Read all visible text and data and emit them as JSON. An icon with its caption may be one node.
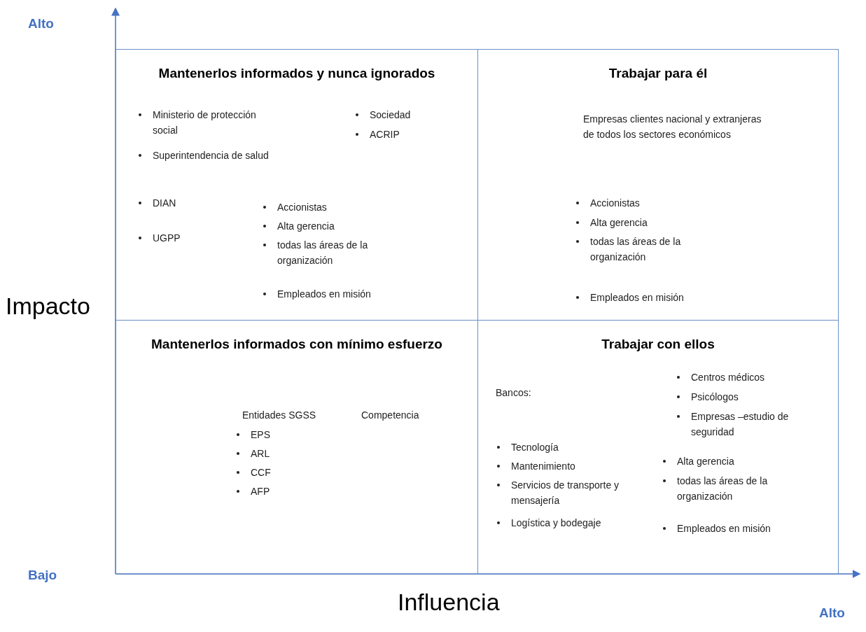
{
  "diagram": {
    "nodes": [
      {
        "text": [
          "Mantenerlos informados y nunca ignorados",
          "Ministerio de protección social",
          "Superintendencia de salud",
          "Sociedad",
          "ACRIP",
          "DIAN",
          "UGPP",
          "Accionistas",
          "Alta gerencia",
          "todas las áreas de la organización",
          "Empleados en misión"
        ]
      },
      {
        "text": [
          "Trabajar para él",
          "Empresas clientes nacional y extranjeras de todos los sectores económicos",
          "Accionistas",
          "Alta gerencia",
          "todas las áreas de la organización",
          "Empleados en misión"
        ]
      },
      {
        "text": [
          "Mantenerlos informados con mínimo esfuerzo",
          "Entidades SGSS",
          "EPS",
          "ARL",
          "CCF",
          "AFP",
          "Competencia"
        ]
      },
      {
        "text": [
          "Trabajar con ellos",
          "Bancos:",
          "Centros médicos",
          "Psicólogos",
          "Empresas –estudio de seguridad",
          "Tecnología",
          "Mantenimiento",
          "Servicios de transporte y mensajería",
          "Logística y bodegaje",
          "Alta gerencia",
          "todas las áreas de la organización",
          "Empleados en misión"
        ]
      }
    ],
    "edges": [],
    "labels": [
      "Alto",
      "Impacto",
      "Bajo",
      "Influencia",
      "Alto"
    ]
  }
}
